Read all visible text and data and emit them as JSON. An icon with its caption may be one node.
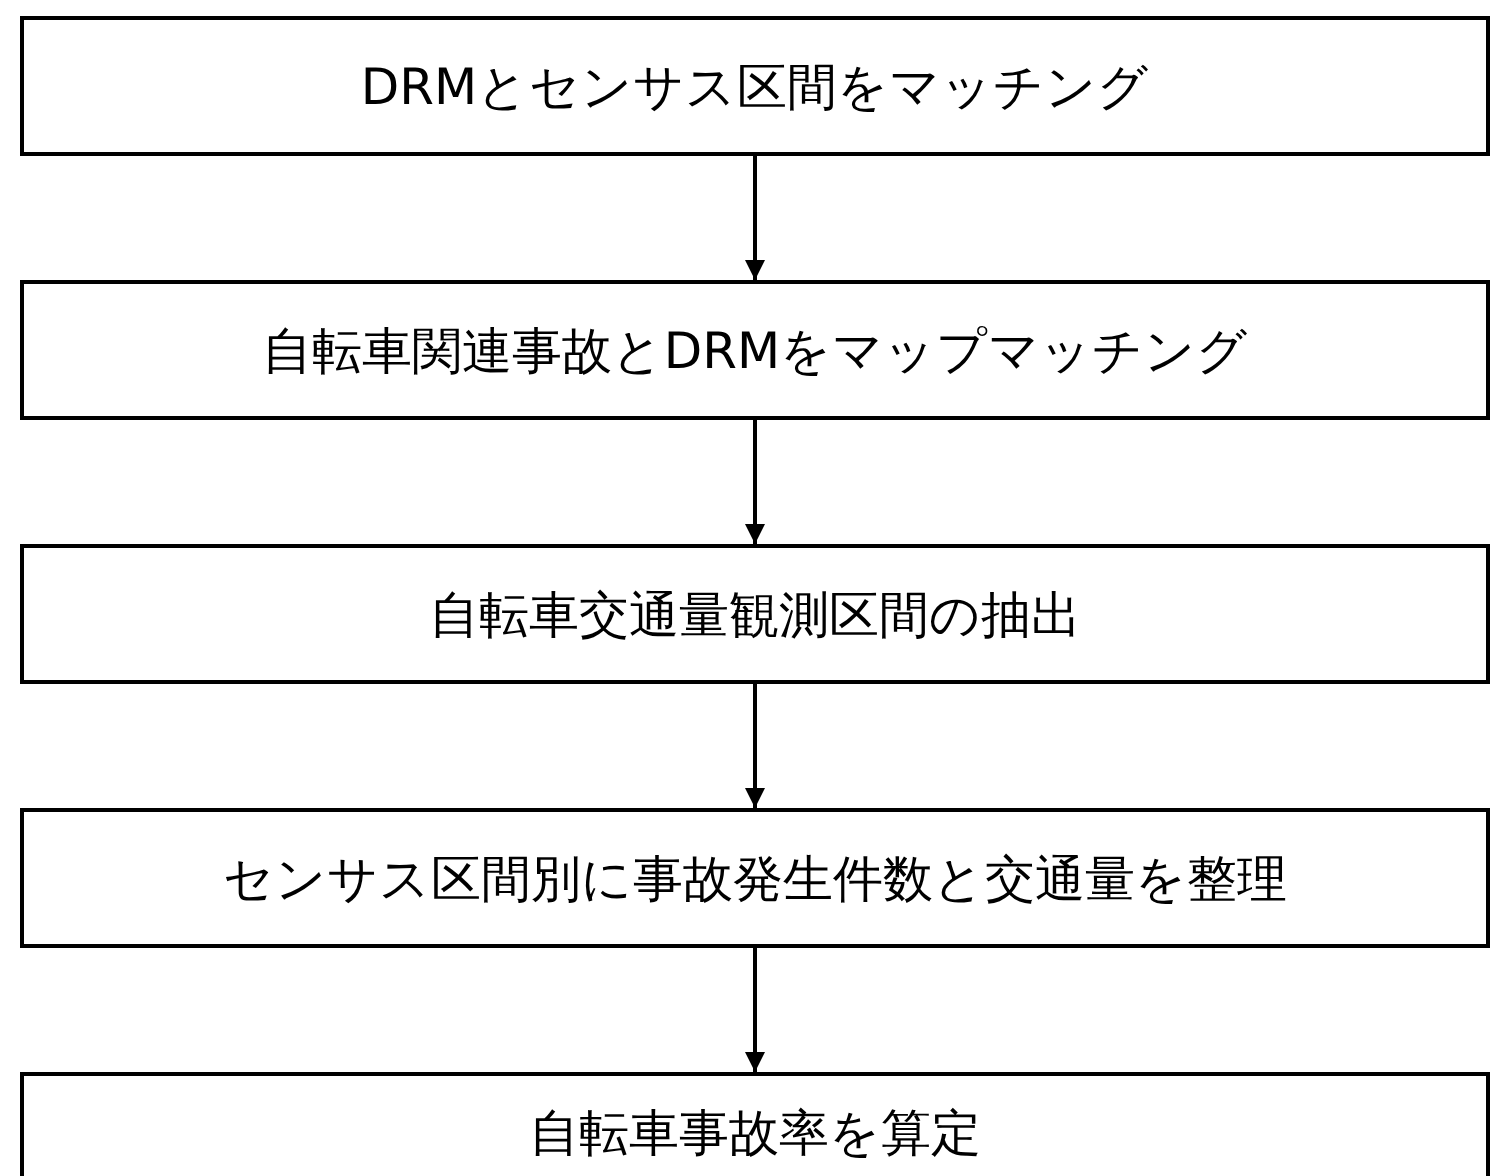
{
  "diagram": {
    "nodes": [
      {
        "text": [
          "DRMとセンサス区間をマッチング"
        ]
      },
      {
        "text": [
          "自転車関連事故とDRMをマップマッチング"
        ]
      },
      {
        "text": [
          "自転車交通量観測区間の抽出"
        ]
      },
      {
        "text": [
          "センサス区間別に事故発生件数と交通量を整理"
        ]
      },
      {
        "text": [
          "自転車事故率を算定"
        ]
      }
    ],
    "edges": [
      {
        "from": 0,
        "to": 1,
        "arrow": "to"
      },
      {
        "from": 1,
        "to": 2,
        "arrow": "to"
      },
      {
        "from": 2,
        "to": 3,
        "arrow": "to"
      },
      {
        "from": 3,
        "to": 4,
        "arrow": "to"
      }
    ]
  }
}
